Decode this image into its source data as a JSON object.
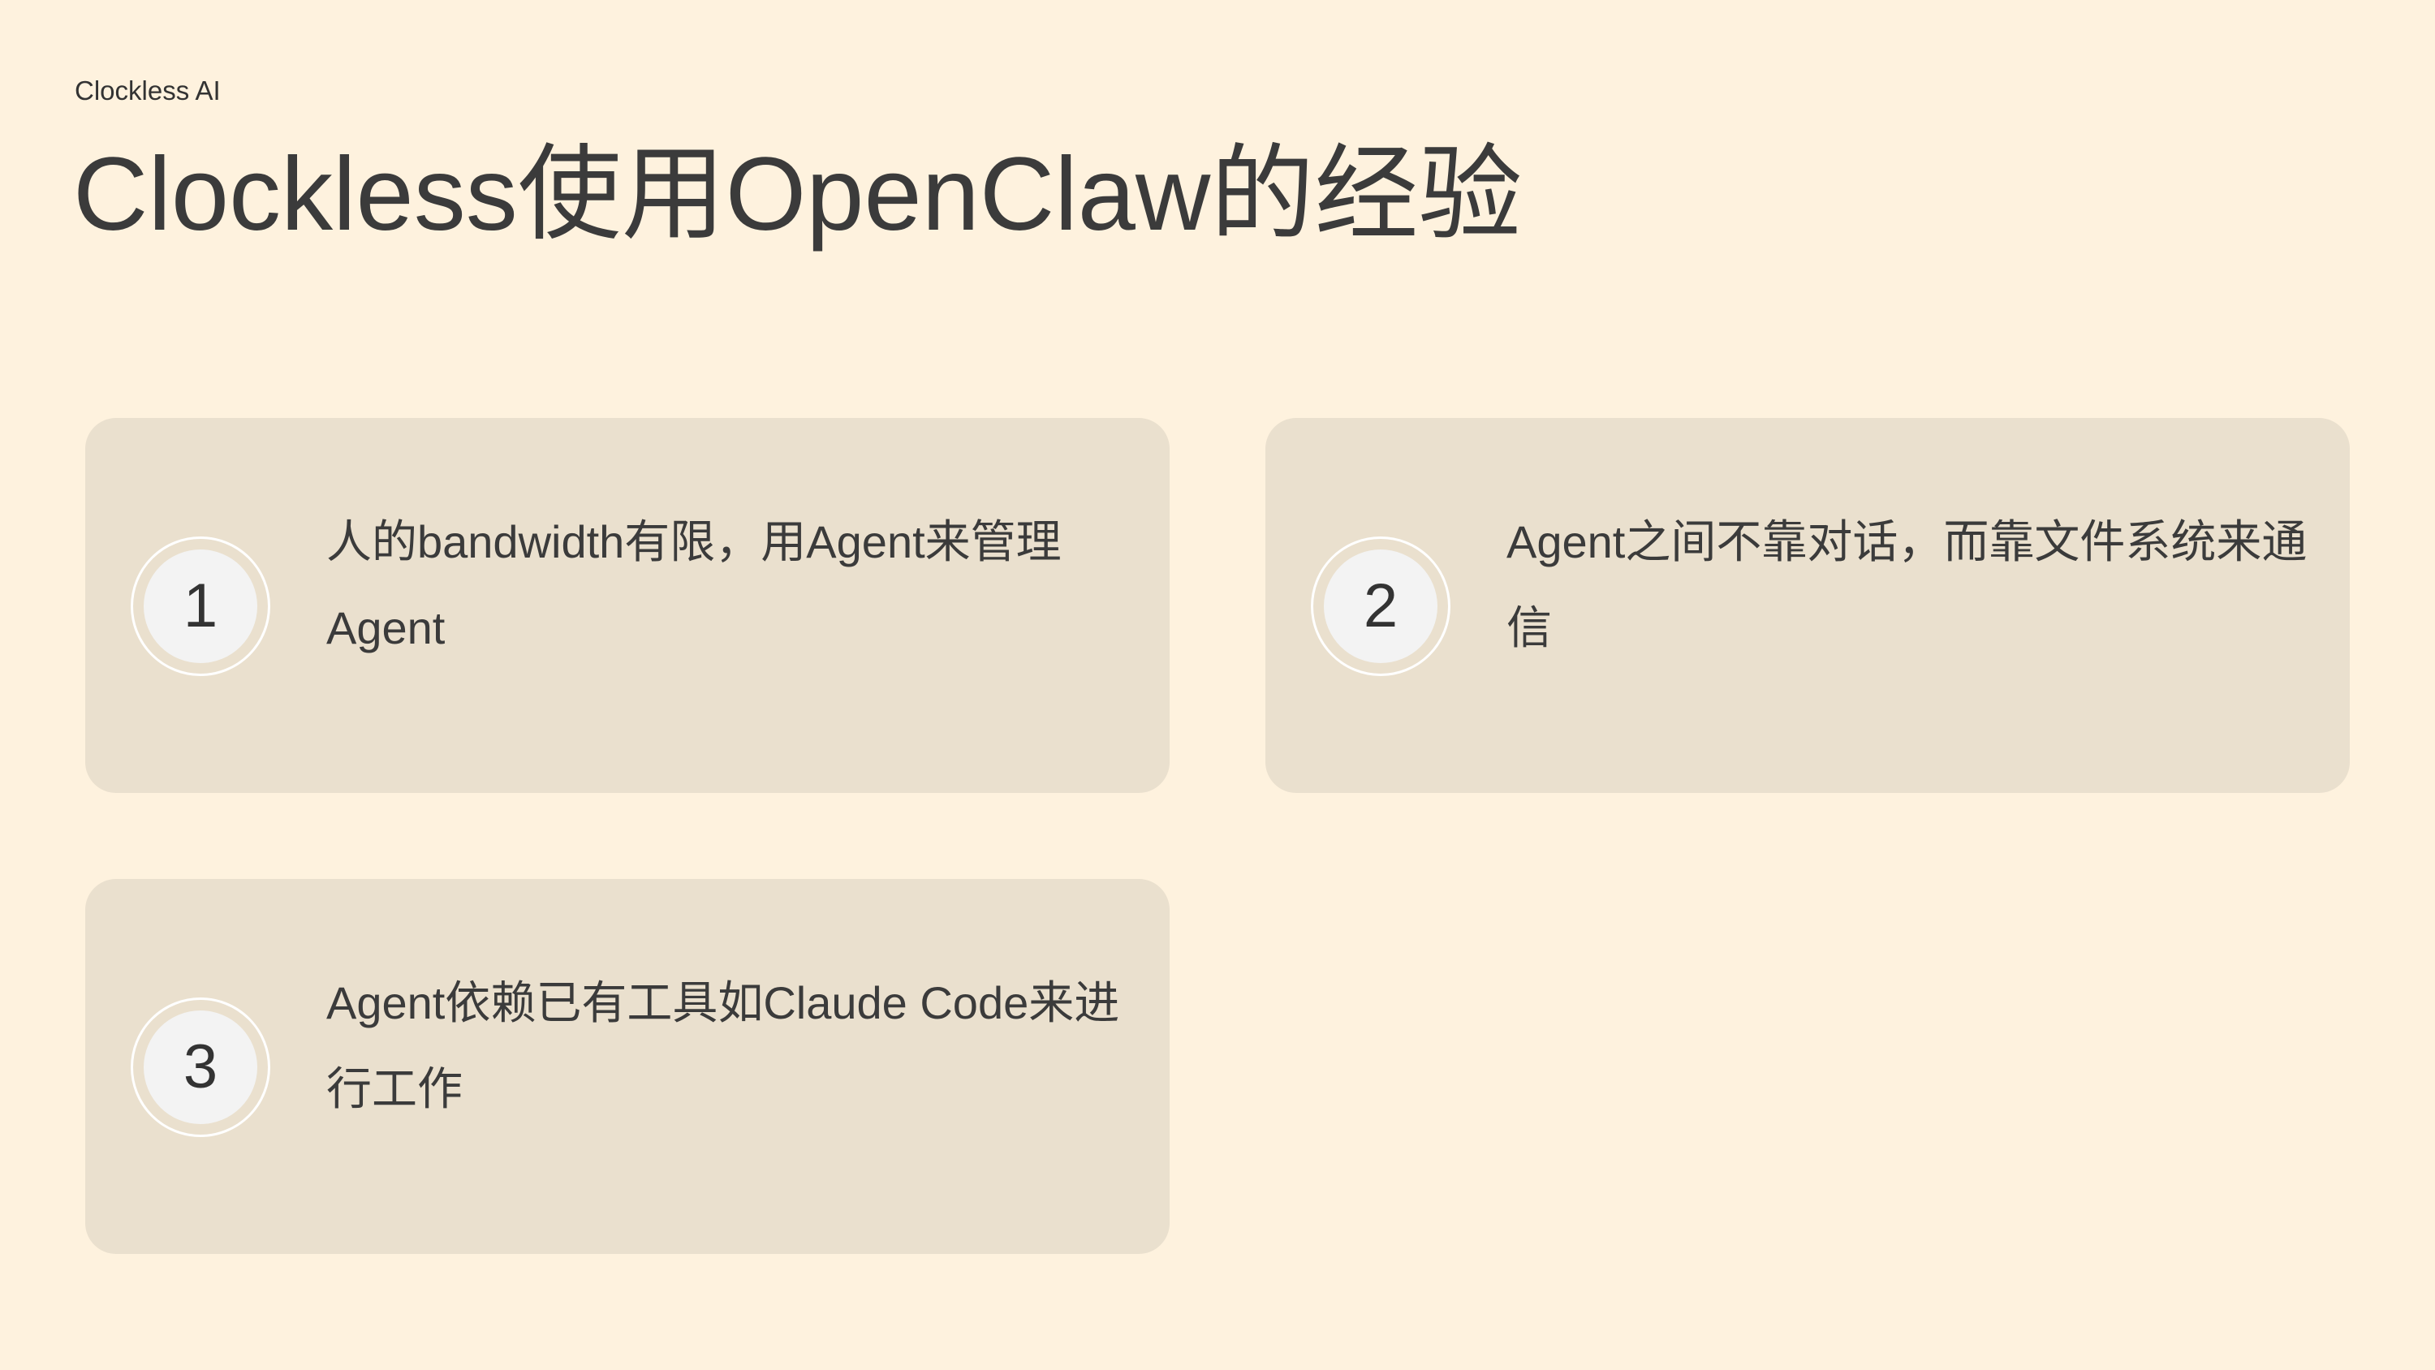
{
  "header": {
    "brand": "Clockless AI",
    "title": "Clockless使用OpenClaw的经验"
  },
  "cards": [
    {
      "number": "1",
      "text": "人的bandwidth有限，用Agent来管理Agent"
    },
    {
      "number": "2",
      "text": "Agent之间不靠对话，而靠文件系统来通信"
    },
    {
      "number": "3",
      "text": "Agent依赖已有工具如Claude Code来进行工作"
    }
  ],
  "colors": {
    "background": "#FEF2DE",
    "card": "#EAE0CE",
    "badge": "#F3F3F3",
    "text": "#3B3B3B"
  }
}
